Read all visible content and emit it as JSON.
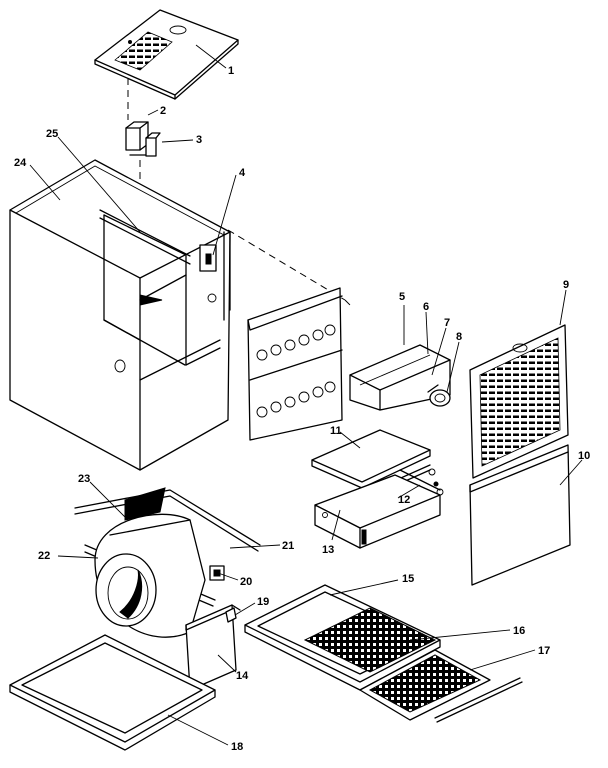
{
  "part_callouts": [
    "1",
    "2",
    "3",
    "4",
    "5",
    "6",
    "7",
    "8",
    "9",
    "10",
    "11",
    "12",
    "13",
    "14",
    "15",
    "16",
    "17",
    "18",
    "19",
    "20",
    "21",
    "22",
    "23",
    "24",
    "25"
  ]
}
